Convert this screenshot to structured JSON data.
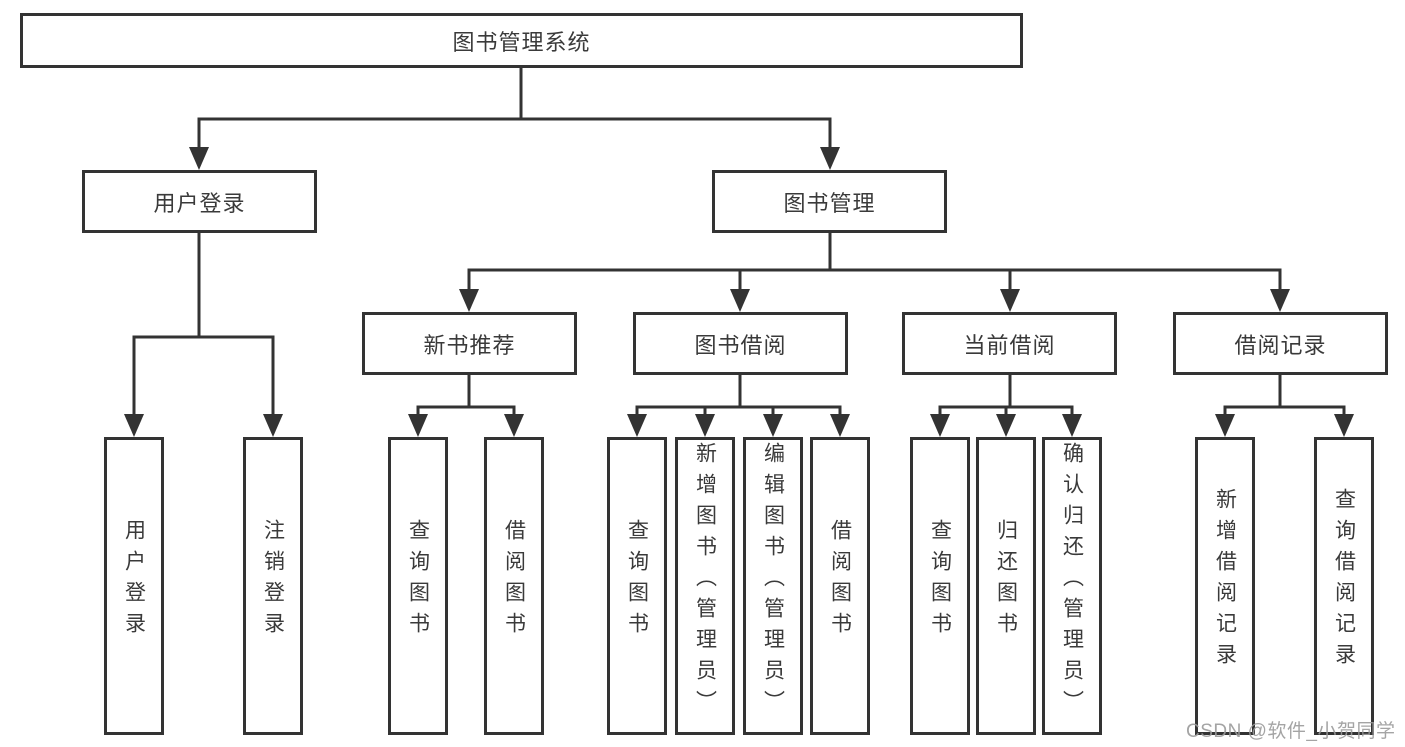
{
  "colors": {
    "background": "#ffffff",
    "line": "#333333",
    "box_border": "#333333",
    "text": "#3a3a3a",
    "watermark": "#9b9b9b"
  },
  "diagram": {
    "title": "图书管理系统",
    "level2": [
      {
        "label": "用户登录"
      },
      {
        "label": "图书管理"
      }
    ],
    "level3": [
      {
        "label": "新书推荐",
        "parent": "图书管理"
      },
      {
        "label": "图书借阅",
        "parent": "图书管理"
      },
      {
        "label": "当前借阅",
        "parent": "图书管理"
      },
      {
        "label": "借阅记录",
        "parent": "图书管理"
      }
    ],
    "leaves": [
      {
        "label": "用户登录",
        "parent": "用户登录"
      },
      {
        "label": "注销登录",
        "parent": "用户登录"
      },
      {
        "label": "查询图书",
        "parent": "新书推荐"
      },
      {
        "label": "借阅图书",
        "parent": "新书推荐"
      },
      {
        "label": "查询图书",
        "parent": "图书借阅"
      },
      {
        "label": "新增图书（管理员）",
        "parent": "图书借阅"
      },
      {
        "label": "编辑图书（管理员）",
        "parent": "图书借阅"
      },
      {
        "label": "借阅图书",
        "parent": "图书借阅"
      },
      {
        "label": "查询图书",
        "parent": "当前借阅"
      },
      {
        "label": "归还图书",
        "parent": "当前借阅"
      },
      {
        "label": "确认归还（管理员）",
        "parent": "当前借阅"
      },
      {
        "label": "新增借阅记录",
        "parent": "借阅记录"
      },
      {
        "label": "查询借阅记录",
        "parent": "借阅记录"
      }
    ]
  },
  "watermark": {
    "text": "CSDN @软件_小贺同学"
  }
}
